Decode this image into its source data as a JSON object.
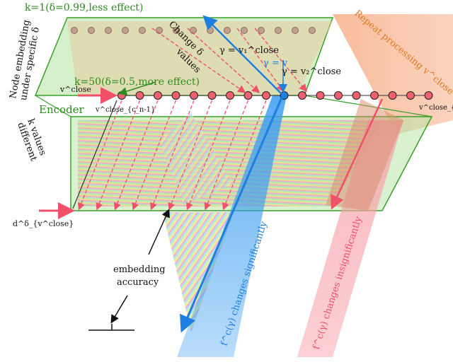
{
  "labels": {
    "k_top": "k=1(δ=0.99,less effect)",
    "k_mid": "k=50(δ=0.5,more effect)",
    "node_embedding_line1": "Node embedding",
    "node_embedding_line2": "under specific δ",
    "encoder": "Encoder",
    "different_line1": "different",
    "different_line2": "k values",
    "change_delta_line1": "Change δ",
    "change_delta_line2": "values",
    "gamma_v1": "γ = v₁^close",
    "gamma_v": "γ = v",
    "gamma_v2": "γ = v₂^close",
    "repeat": "Repeat processing v^close",
    "v_close_in": "v^close",
    "v_cn_minus1": "v^close_{c_n-1}",
    "v_cn": "v^close_{c_n}",
    "d_label": "d^δ_{v^close}",
    "embedding_accuracy_line1": "embedding",
    "embedding_accuracy_line2": "accuracy",
    "fc_significant": "f^c(γ) changes significantly",
    "fc_insignificant": "f^c(γ) changes insignificantly"
  },
  "colors": {
    "green_text": "#2e8b1f",
    "orange_text": "#e07b22",
    "blue": "#1e7fe0",
    "red_arrow": "#f0506a",
    "node_fill": "#f06070",
    "plane_fill": "#b9e6a8",
    "plane_edge": "#3aa02a"
  },
  "nodes": {
    "top_row_count": 15,
    "mid_row_count": 18
  }
}
